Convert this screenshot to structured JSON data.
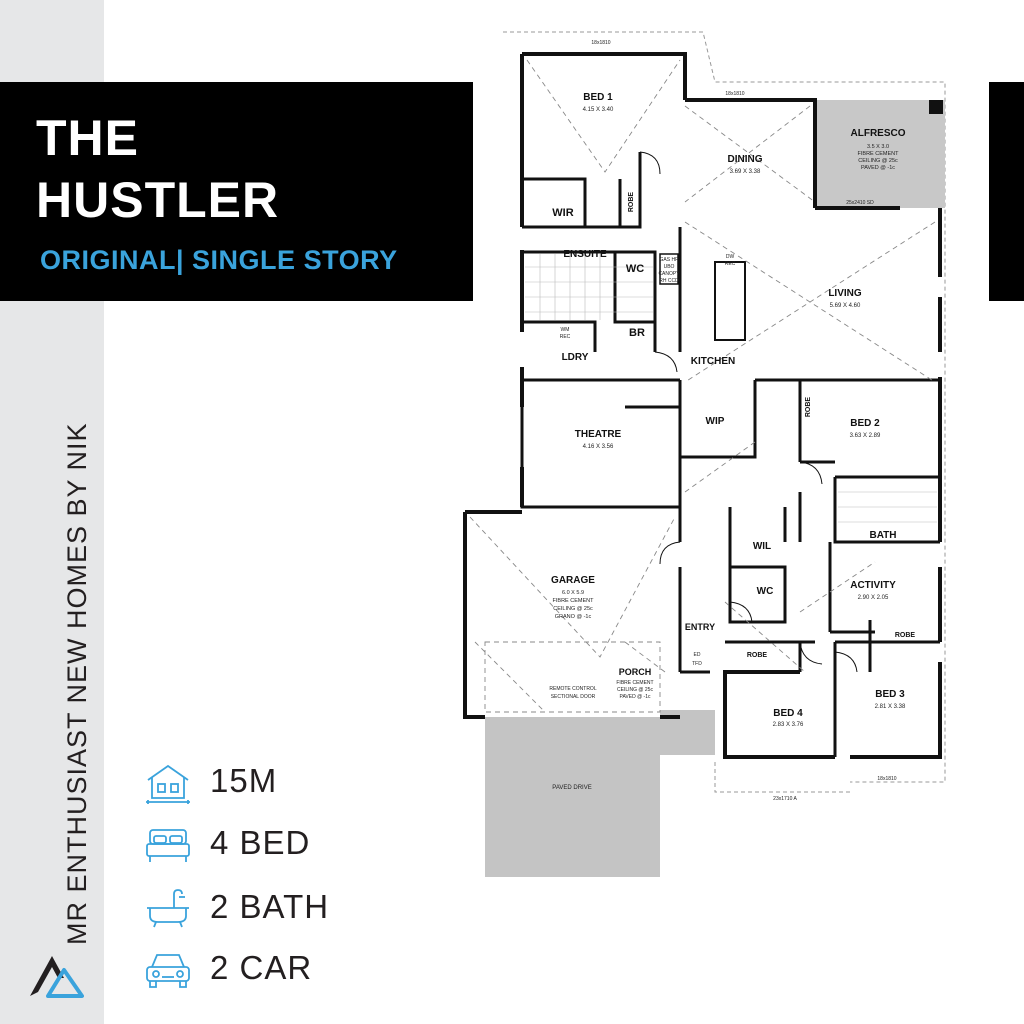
{
  "brand": {
    "vertical_text": "MR ENTHUSIAST NEW HOMES BY NIK"
  },
  "title": {
    "line1": "THE",
    "line2": "HUSTLER",
    "subtitle": "ORIGINAL| SINGLE STORY"
  },
  "colors": {
    "accent": "#3aa3dc",
    "title_bg": "#000000",
    "sidebar_bg": "#e6e7e8",
    "alfresco_fill": "#c8c8c8",
    "driveway_fill": "#c4c4c4"
  },
  "features": [
    {
      "icon": "house-frontage-icon",
      "text": "15M"
    },
    {
      "icon": "bed-icon",
      "text": "4 BED"
    },
    {
      "icon": "bathtub-icon",
      "text": "2 BATH"
    },
    {
      "icon": "car-icon",
      "text": "2 CAR"
    }
  ],
  "floorplan": {
    "rooms": {
      "bed1": {
        "name": "BED 1",
        "size": "4.15 X 3.40"
      },
      "dining": {
        "name": "DINING",
        "size": "3.69 X 3.38"
      },
      "alfresco": {
        "name": "ALFRESCO",
        "size": "3.5 X 3.0",
        "note1": "FIBRE CEMENT",
        "note2": "CEILING @ 25c",
        "note3": "PAVED @ -1c"
      },
      "living": {
        "name": "LIVING",
        "size": "5.69 X 4.60"
      },
      "ensuite": {
        "name": "ENSUITE"
      },
      "wc1": {
        "name": "WC"
      },
      "br": {
        "name": "BR"
      },
      "wir": {
        "name": "WIR"
      },
      "robe1": {
        "name": "ROBE"
      },
      "ldry": {
        "name": "LDRY"
      },
      "kitchen": {
        "name": "KITCHEN"
      },
      "theatre": {
        "name": "THEATRE",
        "size": "4.16 X 3.56"
      },
      "wip": {
        "name": "WIP"
      },
      "bed2": {
        "name": "BED 2",
        "size": "3.63 X 2.89"
      },
      "robe2": {
        "name": "ROBE"
      },
      "bath": {
        "name": "BATH"
      },
      "wil": {
        "name": "WIL"
      },
      "wc2": {
        "name": "WC"
      },
      "activity": {
        "name": "ACTIVITY",
        "size": "2.90 X 2.05"
      },
      "garage": {
        "name": "GARAGE",
        "size": "6.0 X 5.9",
        "note1": "FIBRE CEMENT",
        "note2": "CEILING @ 25c",
        "note3": "GRANO @ -1c"
      },
      "entry": {
        "name": "ENTRY"
      },
      "porch": {
        "name": "PORCH",
        "note1": "FIBRE CEMENT",
        "note2": "CEILING @ 25c",
        "note3": "PAVED @ -1c"
      },
      "bed4": {
        "name": "BED 4",
        "size": "2.83 X 3.76"
      },
      "robe4": {
        "name": "ROBE"
      },
      "bed3": {
        "name": "BED 3",
        "size": "2.81 X 3.38"
      },
      "robe3": {
        "name": "ROBE"
      },
      "driveway": {
        "name": "PAVED DRIVE"
      }
    },
    "annotations": {
      "remote_door_1": "REMOTE CONTROL",
      "remote_door_2": "SECTIONAL DOOR",
      "gas_1": "GAS HP",
      "gas_2": "UBO",
      "gas_3": "CANOPY",
      "gas_4": "RH CCD",
      "dw": "DW",
      "rec": "REC",
      "wm": "WM",
      "wm_rec": "REC",
      "ed": "ED",
      "tfd": "TFD",
      "window_top": "18x1810",
      "window_dining": "18x1810",
      "window_alfresco_door": "25x2410 SD",
      "window_bottom": "18x1810",
      "window_bed4": "23x1710 A"
    }
  }
}
